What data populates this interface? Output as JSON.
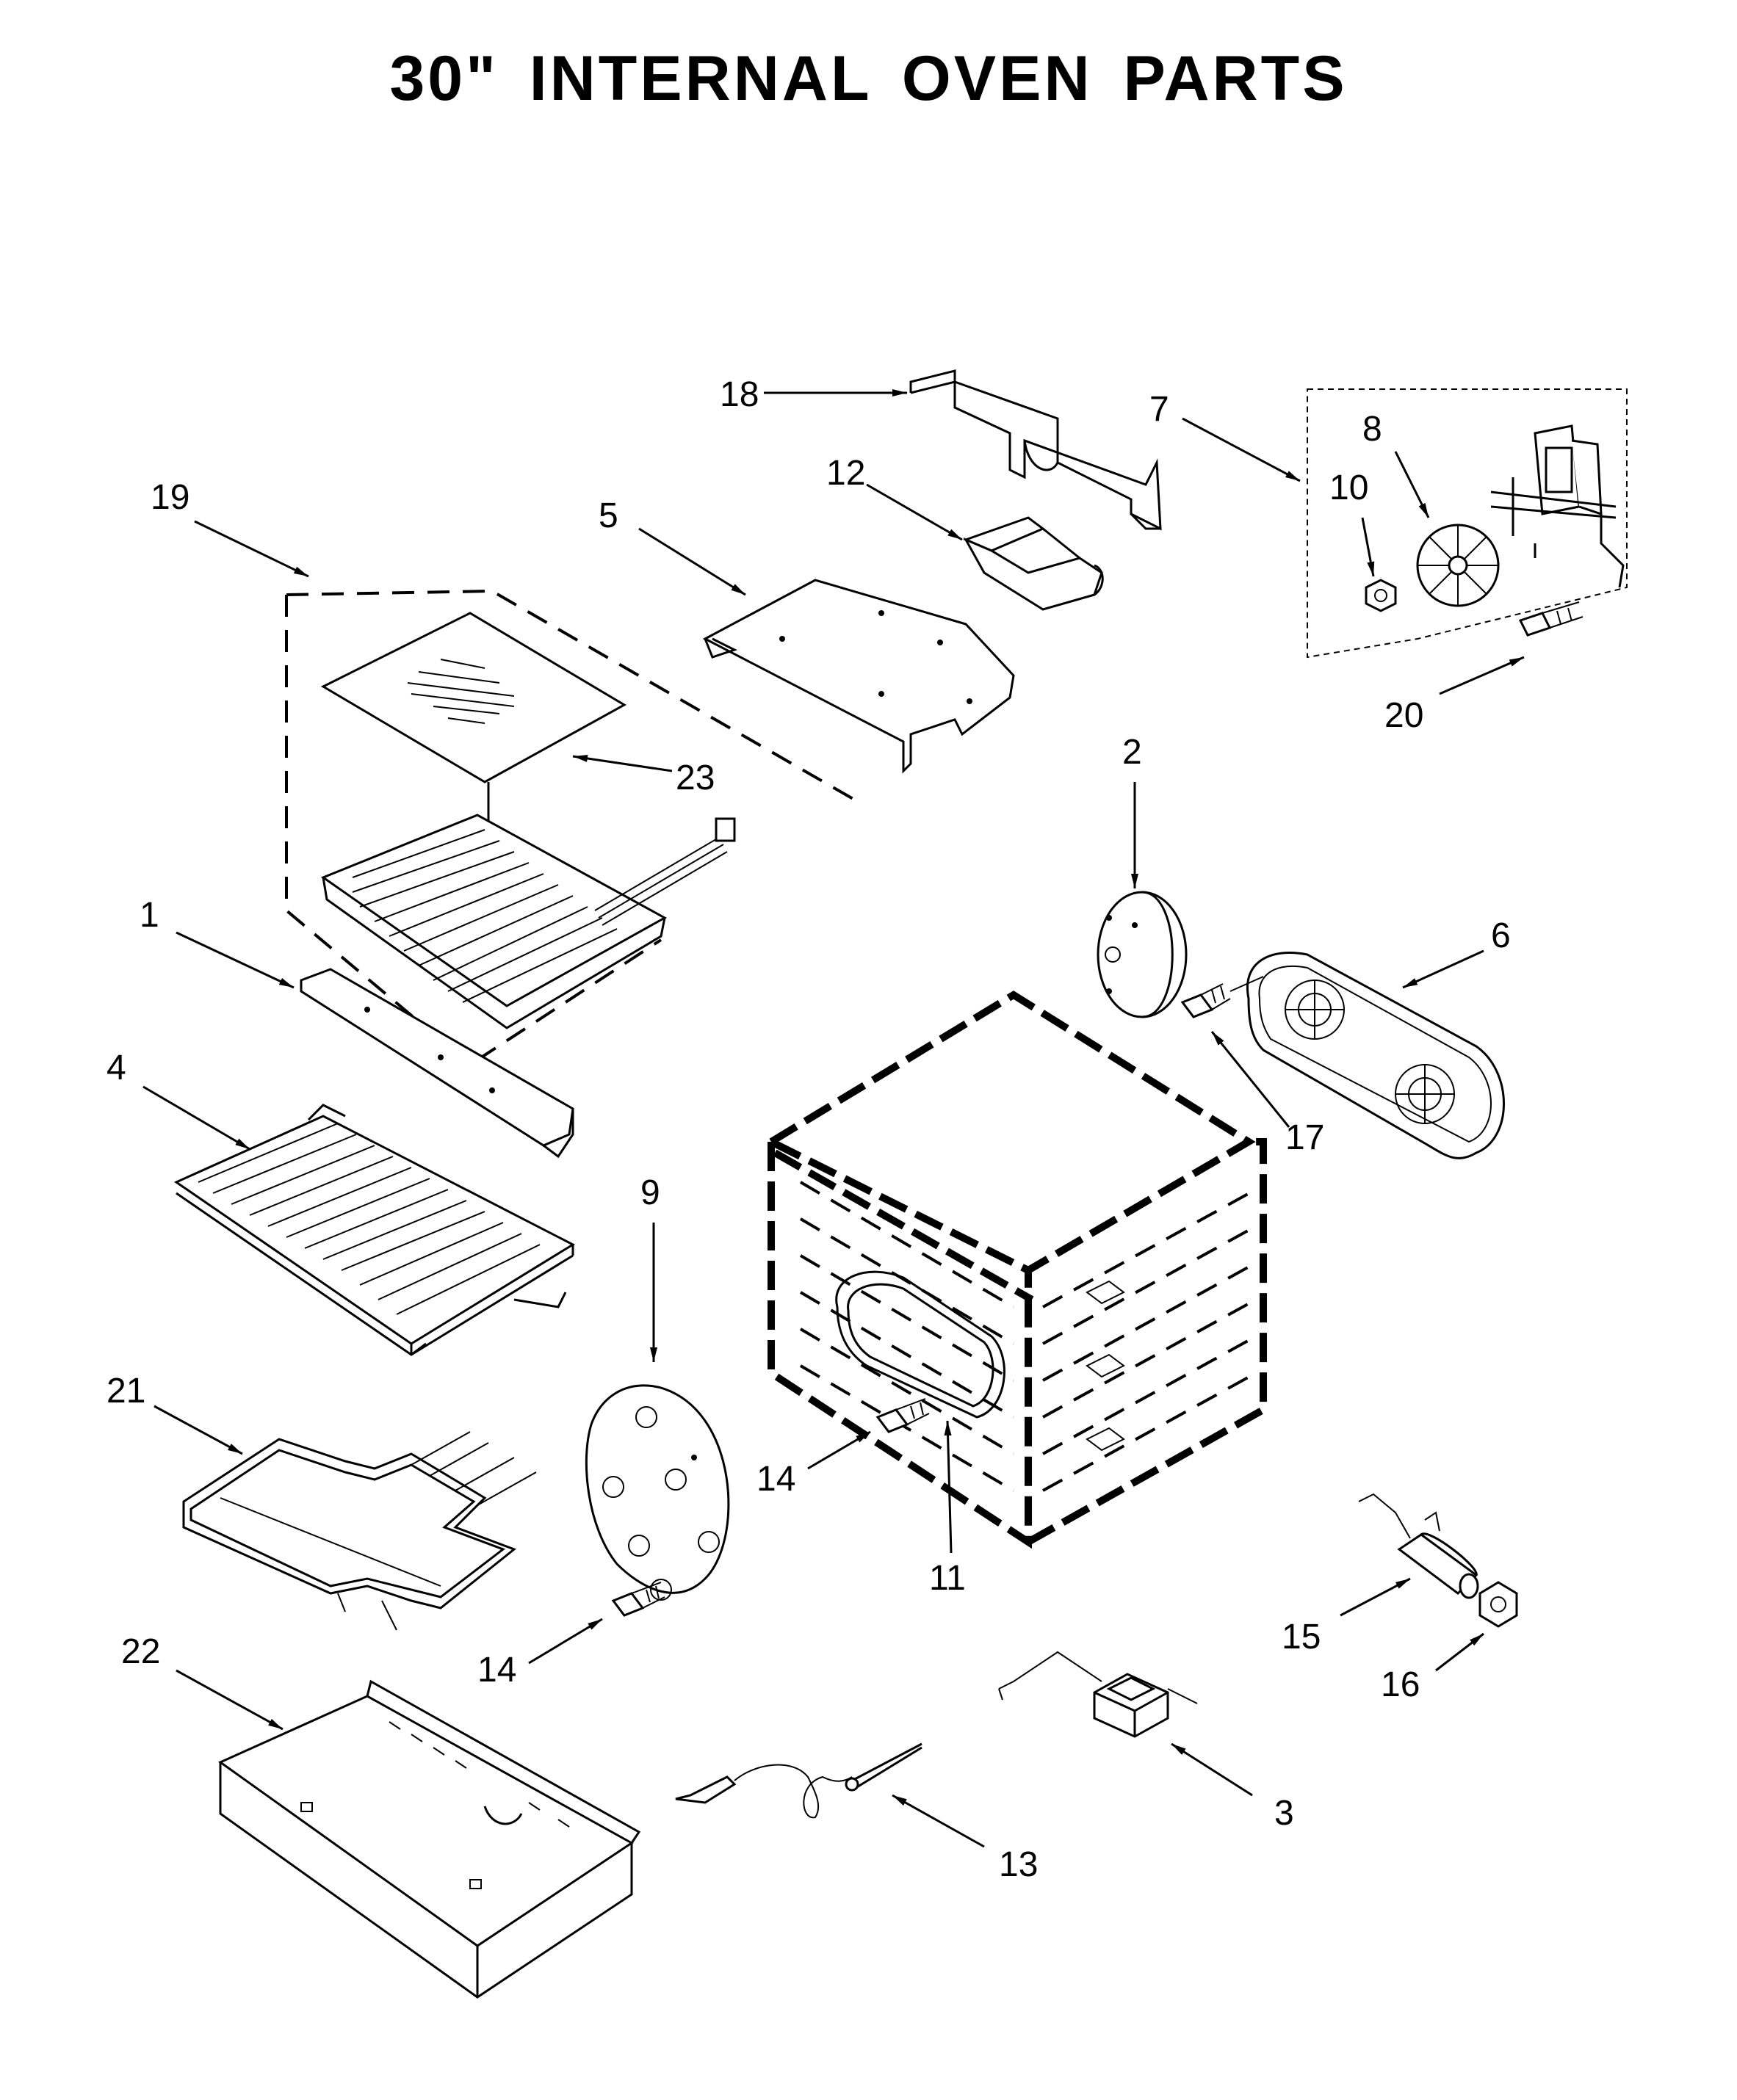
{
  "title": "30\" INTERNAL OVEN PARTS",
  "callouts": {
    "c1": "1",
    "c2": "2",
    "c3": "3",
    "c4": "4",
    "c5": "5",
    "c6": "6",
    "c7": "7",
    "c8": "8",
    "c9": "9",
    "c10": "10",
    "c11": "11",
    "c12": "12",
    "c13": "13",
    "c14a": "14",
    "c14b": "14",
    "c15": "15",
    "c16": "16",
    "c17": "17",
    "c18": "18",
    "c19": "19",
    "c20": "20",
    "c21": "21",
    "c22": "22",
    "c23": "23"
  }
}
